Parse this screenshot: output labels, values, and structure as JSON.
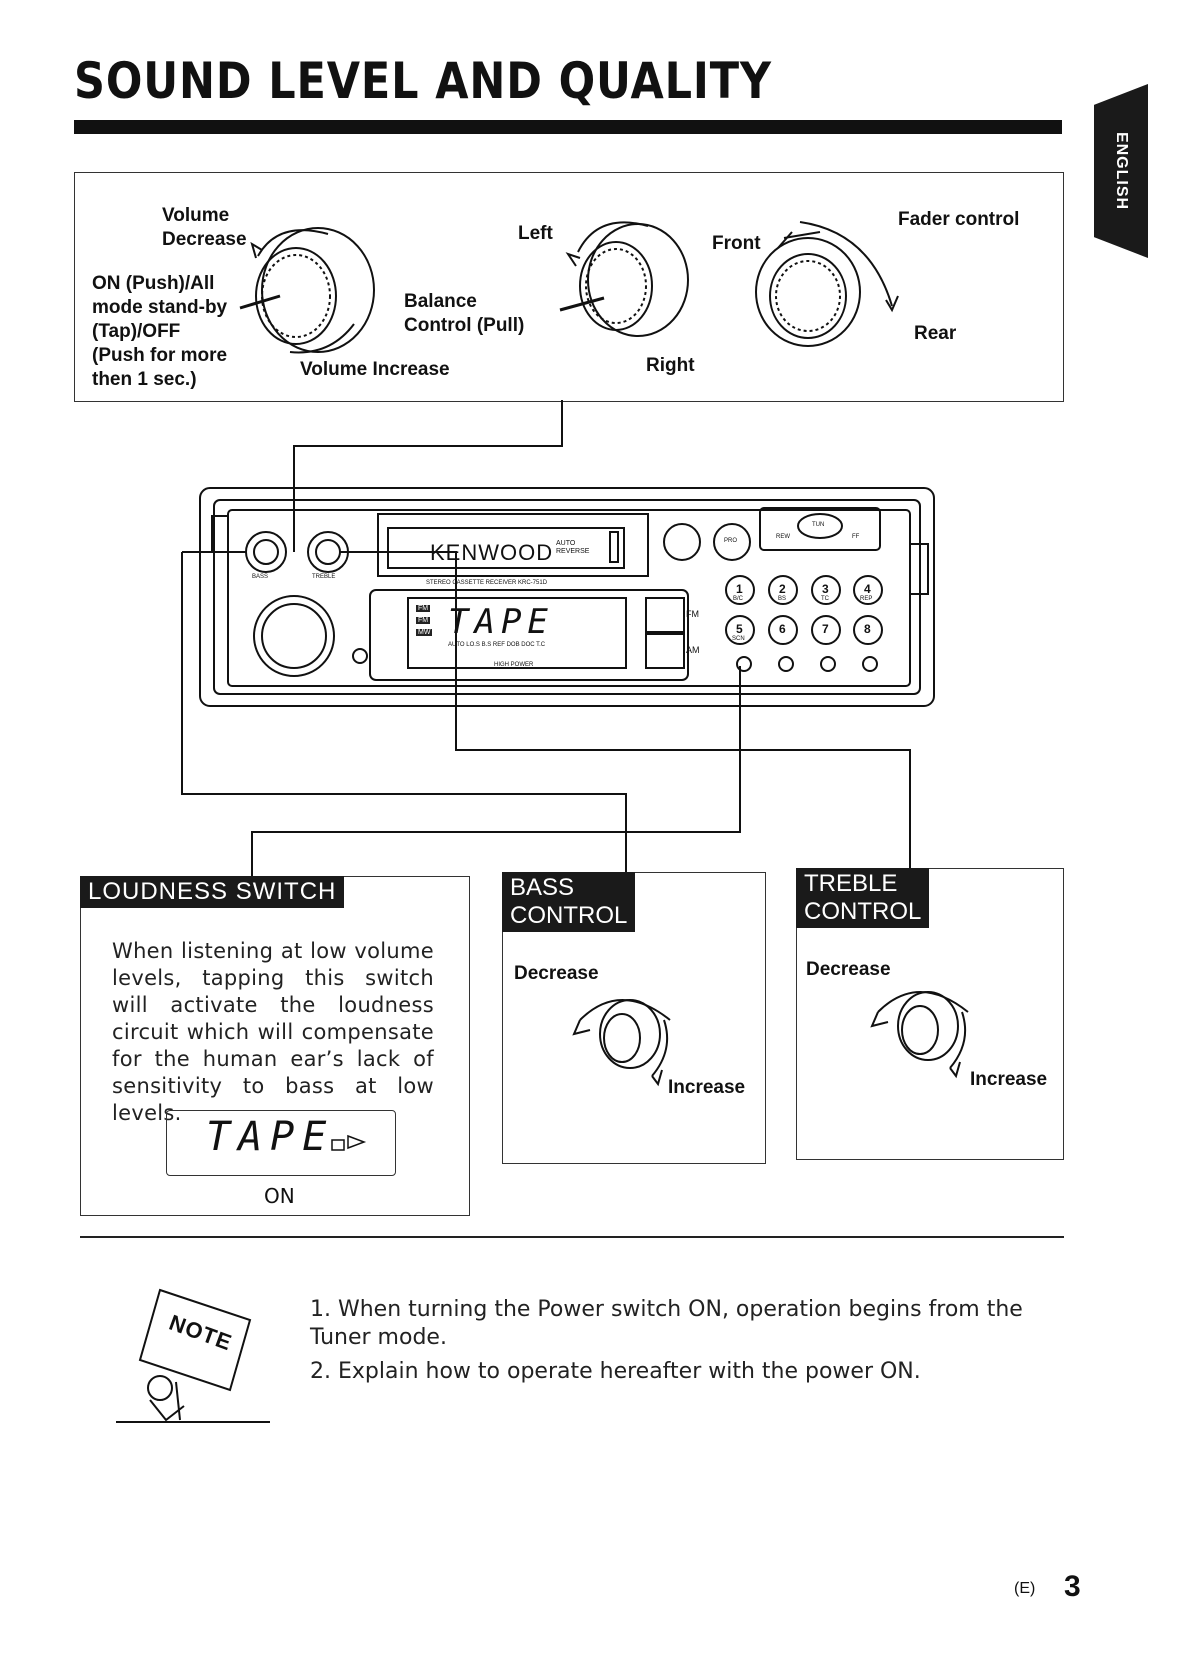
{
  "header": {
    "title": "SOUND LEVEL AND QUALITY",
    "language_tab": "ENGLISH"
  },
  "controls_diagram": {
    "volume": {
      "decrease": "Volume\nDecrease",
      "power": "ON (Push)/All\nmode stand-by\n(Tap)/OFF\n(Push for more\nthen 1 sec.)",
      "increase": "Volume Increase"
    },
    "balance": {
      "left": "Left",
      "label": "Balance\nControl (Pull)",
      "right": "Right"
    },
    "fader": {
      "front": "Front",
      "label": "Fader control",
      "rear": "Rear"
    }
  },
  "radio": {
    "brand": "KENWOOD",
    "brand_sub": "AUTO\nREVERSE",
    "model": "STEREO CASSETTE RECEIVER  KRC-751D",
    "display_text": "TAPE",
    "display_small": "AUTO LO.S B.S REF  DOB DOC T.C",
    "power_label": "HIGH POWER",
    "bass_label": "BASS",
    "treble_label": "TREBLE",
    "band_buttons": [
      "FM",
      "AM"
    ],
    "side_badges": [
      "FM",
      "FM",
      "MW"
    ],
    "preset_buttons": [
      "1",
      "2",
      "3",
      "4",
      "5",
      "6",
      "7",
      "8"
    ],
    "preset_sub": [
      "B/C",
      "BS",
      "TC",
      "REP",
      "SCN",
      "",
      "",
      ""
    ],
    "tape_buttons": [
      "REW",
      "TUN",
      "FF"
    ],
    "pro_label": "PRO"
  },
  "sections": {
    "loudness": {
      "header": "LOUDNESS SWITCH",
      "text": "When listening at low volume levels, tapping this switch will activate the loudness circuit which will compensate for the human ear’s lack of sensitivity to bass at low levels.",
      "display": "TAPE",
      "caption": "ON"
    },
    "bass": {
      "header": "BASS\nCONTROL",
      "decrease": "Decrease",
      "increase": "Increase"
    },
    "treble": {
      "header": "TREBLE\nCONTROL",
      "decrease": "Decrease",
      "increase": "Increase"
    }
  },
  "notes": {
    "badge": "NOTE",
    "items": [
      "1. When turning the Power switch ON, operation begins from the Tuner mode.",
      "2. Explain how to operate hereafter with the power ON."
    ]
  },
  "footer": {
    "code": "(E)",
    "page": "3"
  }
}
